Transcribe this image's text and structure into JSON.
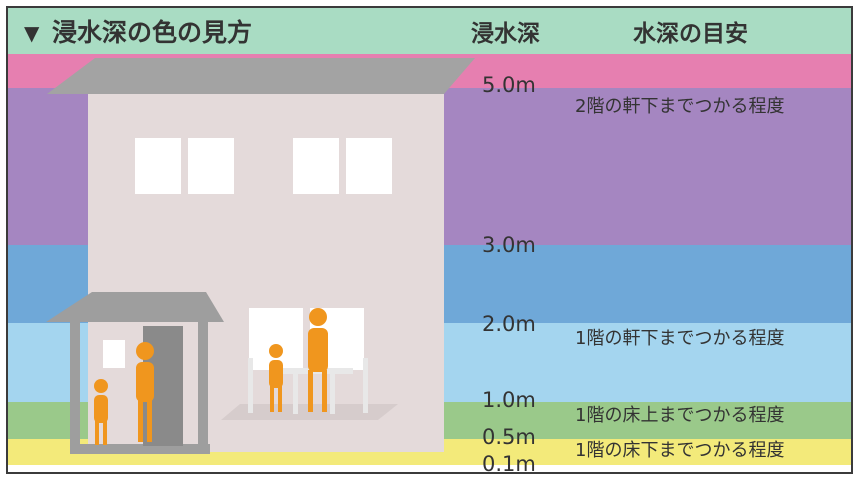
{
  "header": {
    "marker": "▼",
    "title": "浸水深の色の見方",
    "depth_col_label": "浸水深",
    "guide_col_label": "水深の目安",
    "background": "#a9dcc3"
  },
  "bands": [
    {
      "name": "over-5m",
      "color": "#e67fb0"
    },
    {
      "name": "3m-5m",
      "color": "#a586c1"
    },
    {
      "name": "2m-3m",
      "color": "#6fa8d8"
    },
    {
      "name": "1m-2m",
      "color": "#a4d5ef"
    },
    {
      "name": "0.5m-1m",
      "color": "#9ac98a"
    },
    {
      "name": "0.1m-0.5m",
      "color": "#f3ea7a"
    }
  ],
  "depth_labels": [
    "5.0m",
    "3.0m",
    "2.0m",
    "1.0m",
    "0.5m",
    "0.1m"
  ],
  "guides": [
    "2階の軒下までつかる程度",
    "1階の軒下までつかる程度",
    "1階の床上までつかる程度",
    "1階の床下までつかる程度"
  ],
  "colors": {
    "house_wall": "#e4dada",
    "roof": "#a3a3a3",
    "window": "#ffffff",
    "figure": "#f0961e",
    "porch": "#9e9e9e",
    "text": "#333333"
  }
}
